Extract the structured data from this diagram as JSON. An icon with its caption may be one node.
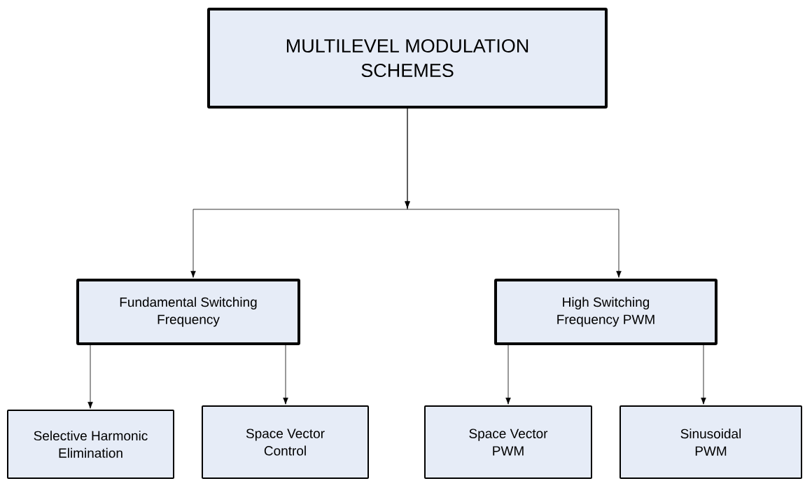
{
  "diagram": {
    "nodes": [
      {
        "text": [
          "MULTILEVEL MODULATION SCHEMES"
        ]
      },
      {
        "text": [
          "Fundamental Switching Frequency"
        ]
      },
      {
        "text": [
          "High Switching Frequency PWM"
        ]
      },
      {
        "text": [
          "Selective Harmonic Elimination"
        ]
      },
      {
        "text": [
          "Space Vector Control"
        ]
      },
      {
        "text": [
          "Space Vector PWM"
        ]
      },
      {
        "text": [
          "Sinusoidal PWM"
        ]
      }
    ],
    "edges": [
      {
        "from": 0,
        "to": 1,
        "arrow": "to"
      },
      {
        "from": 0,
        "to": 2,
        "arrow": "to"
      },
      {
        "from": 1,
        "to": 3,
        "arrow": "to"
      },
      {
        "from": 1,
        "to": 4,
        "arrow": "to"
      },
      {
        "from": 2,
        "to": 5,
        "arrow": "to"
      },
      {
        "from": 2,
        "to": 6,
        "arrow": "to"
      }
    ]
  }
}
